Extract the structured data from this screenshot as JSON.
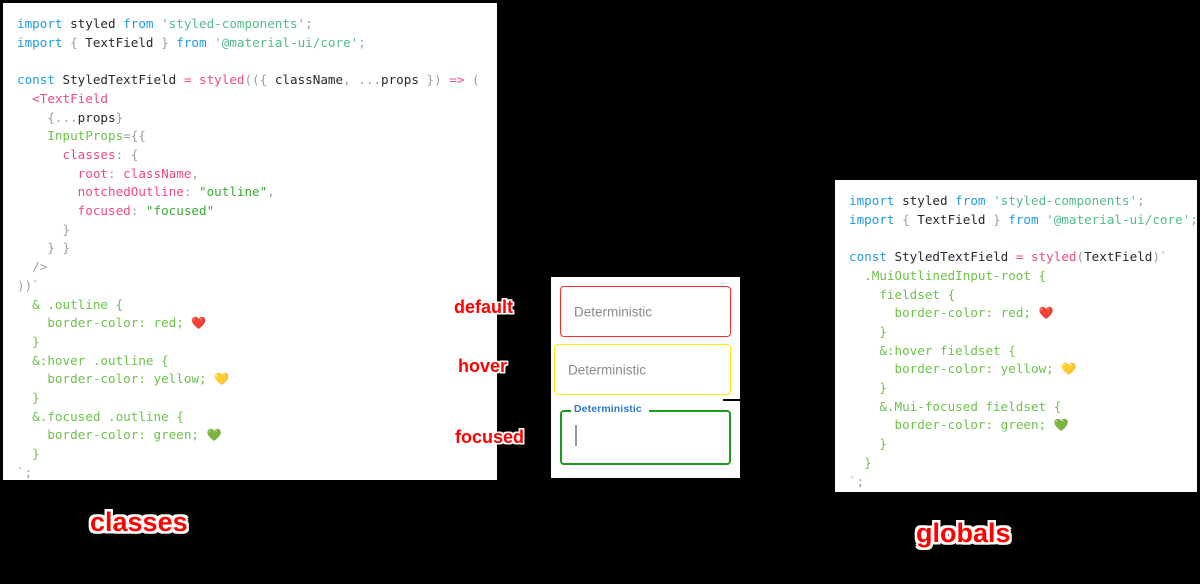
{
  "left_panel": {
    "title_label": "classes",
    "lines": [
      [
        {
          "t": "import ",
          "c": "t-kw"
        },
        {
          "t": "styled ",
          "c": "t-plain"
        },
        {
          "t": "from ",
          "c": "t-kw"
        },
        {
          "t": "'styled-components'",
          "c": "t-str"
        },
        {
          "t": ";",
          "c": "t-punc"
        }
      ],
      [
        {
          "t": "import ",
          "c": "t-kw"
        },
        {
          "t": "{ ",
          "c": "t-punc"
        },
        {
          "t": "TextField",
          "c": "t-plain"
        },
        {
          "t": " } ",
          "c": "t-punc"
        },
        {
          "t": "from ",
          "c": "t-kw"
        },
        {
          "t": "'@material-ui/core'",
          "c": "t-str"
        },
        {
          "t": ";",
          "c": "t-punc"
        }
      ],
      [],
      [
        {
          "t": "const ",
          "c": "t-kw"
        },
        {
          "t": "StyledTextField ",
          "c": "t-plain"
        },
        {
          "t": "= ",
          "c": "t-op"
        },
        {
          "t": "styled",
          "c": "t-fn"
        },
        {
          "t": "((",
          "c": "t-punc"
        },
        {
          "t": "{ ",
          "c": "t-punc"
        },
        {
          "t": "className",
          "c": "t-plain"
        },
        {
          "t": ", ",
          "c": "t-punc"
        },
        {
          "t": "...",
          "c": "t-punc"
        },
        {
          "t": "props",
          "c": "t-plain"
        },
        {
          "t": " }",
          "c": "t-punc"
        },
        {
          "t": ") ",
          "c": "t-punc"
        },
        {
          "t": "=> ",
          "c": "t-op"
        },
        {
          "t": "(",
          "c": "t-punc"
        }
      ],
      [
        {
          "t": "  <",
          "c": "t-tag"
        },
        {
          "t": "TextField",
          "c": "t-tag"
        }
      ],
      [
        {
          "t": "    {",
          "c": "t-punc"
        },
        {
          "t": "...",
          "c": "t-punc"
        },
        {
          "t": "props",
          "c": "t-plain"
        },
        {
          "t": "}",
          "c": "t-punc"
        }
      ],
      [
        {
          "t": "    InputProps",
          "c": "t-attr"
        },
        {
          "t": "={{",
          "c": "t-punc"
        }
      ],
      [
        {
          "t": "      classes",
          "c": "t-prop"
        },
        {
          "t": ": {",
          "c": "t-punc"
        }
      ],
      [
        {
          "t": "        root",
          "c": "t-prop"
        },
        {
          "t": ": ",
          "c": "t-punc"
        },
        {
          "t": "className",
          "c": "t-prop"
        },
        {
          "t": ",",
          "c": "t-punc"
        }
      ],
      [
        {
          "t": "        notchedOutline",
          "c": "t-prop"
        },
        {
          "t": ": ",
          "c": "t-punc"
        },
        {
          "t": "\"outline\"",
          "c": "t-strg"
        },
        {
          "t": ",",
          "c": "t-punc"
        }
      ],
      [
        {
          "t": "        focused",
          "c": "t-prop"
        },
        {
          "t": ": ",
          "c": "t-punc"
        },
        {
          "t": "\"focused\"",
          "c": "t-strg"
        }
      ],
      [
        {
          "t": "      }",
          "c": "t-punc"
        }
      ],
      [
        {
          "t": "    } }",
          "c": "t-punc"
        }
      ],
      [
        {
          "t": "  />",
          "c": "t-punc"
        }
      ],
      [
        {
          "t": "))`",
          "c": "t-punc"
        }
      ],
      [
        {
          "t": "  & .outline {",
          "c": "t-green"
        }
      ],
      [
        {
          "t": "    border-color",
          "c": "t-green"
        },
        {
          "t": ": ",
          "c": "t-green"
        },
        {
          "t": "red",
          "c": "t-green"
        },
        {
          "t": "; ",
          "c": "t-green"
        },
        {
          "t": "❤️",
          "c": "t-emoji"
        }
      ],
      [
        {
          "t": "  }",
          "c": "t-green"
        }
      ],
      [
        {
          "t": "  &:hover .outline {",
          "c": "t-green"
        }
      ],
      [
        {
          "t": "    border-color",
          "c": "t-green"
        },
        {
          "t": ": ",
          "c": "t-green"
        },
        {
          "t": "yellow",
          "c": "t-green"
        },
        {
          "t": "; ",
          "c": "t-green"
        },
        {
          "t": "💛",
          "c": "t-emoji"
        }
      ],
      [
        {
          "t": "  }",
          "c": "t-green"
        }
      ],
      [
        {
          "t": "  &.focused .outline {",
          "c": "t-green"
        }
      ],
      [
        {
          "t": "    border-color",
          "c": "t-green"
        },
        {
          "t": ": ",
          "c": "t-green"
        },
        {
          "t": "green",
          "c": "t-green"
        },
        {
          "t": "; ",
          "c": "t-green"
        },
        {
          "t": "💚",
          "c": "t-emoji"
        }
      ],
      [
        {
          "t": "  }",
          "c": "t-green"
        }
      ],
      [
        {
          "t": "`;",
          "c": "t-punc"
        }
      ]
    ]
  },
  "right_panel": {
    "title_label": "globals",
    "lines": [
      [
        {
          "t": "import ",
          "c": "t-kw"
        },
        {
          "t": "styled ",
          "c": "t-plain"
        },
        {
          "t": "from ",
          "c": "t-kw"
        },
        {
          "t": "'styled-components'",
          "c": "t-str"
        },
        {
          "t": ";",
          "c": "t-punc"
        }
      ],
      [
        {
          "t": "import ",
          "c": "t-kw"
        },
        {
          "t": "{ ",
          "c": "t-punc"
        },
        {
          "t": "TextField",
          "c": "t-plain"
        },
        {
          "t": " } ",
          "c": "t-punc"
        },
        {
          "t": "from ",
          "c": "t-kw"
        },
        {
          "t": "'@material-ui/core'",
          "c": "t-str"
        },
        {
          "t": ";",
          "c": "t-punc"
        }
      ],
      [],
      [
        {
          "t": "const ",
          "c": "t-kw"
        },
        {
          "t": "StyledTextField ",
          "c": "t-plain"
        },
        {
          "t": "= ",
          "c": "t-op"
        },
        {
          "t": "styled",
          "c": "t-fn"
        },
        {
          "t": "(",
          "c": "t-punc"
        },
        {
          "t": "TextField",
          "c": "t-plain"
        },
        {
          "t": ")`",
          "c": "t-punc"
        }
      ],
      [
        {
          "t": "  .MuiOutlinedInput-root {",
          "c": "t-green"
        }
      ],
      [
        {
          "t": "    fieldset {",
          "c": "t-green"
        }
      ],
      [
        {
          "t": "      border-color",
          "c": "t-green"
        },
        {
          "t": ": ",
          "c": "t-green"
        },
        {
          "t": "red",
          "c": "t-green"
        },
        {
          "t": "; ",
          "c": "t-green"
        },
        {
          "t": "❤️",
          "c": "t-emoji"
        }
      ],
      [
        {
          "t": "    }",
          "c": "t-green"
        }
      ],
      [
        {
          "t": "    &:hover fieldset {",
          "c": "t-green"
        }
      ],
      [
        {
          "t": "      border-color",
          "c": "t-green"
        },
        {
          "t": ": ",
          "c": "t-green"
        },
        {
          "t": "yellow",
          "c": "t-green"
        },
        {
          "t": "; ",
          "c": "t-green"
        },
        {
          "t": "💛",
          "c": "t-emoji"
        }
      ],
      [
        {
          "t": "    }",
          "c": "t-green"
        }
      ],
      [
        {
          "t": "    &.Mui-focused fieldset {",
          "c": "t-green"
        }
      ],
      [
        {
          "t": "      border-color",
          "c": "t-green"
        },
        {
          "t": ": ",
          "c": "t-green"
        },
        {
          "t": "green",
          "c": "t-green"
        },
        {
          "t": "; ",
          "c": "t-green"
        },
        {
          "t": "💚",
          "c": "t-emoji"
        }
      ],
      [
        {
          "t": "    }",
          "c": "t-green"
        }
      ],
      [
        {
          "t": "  }",
          "c": "t-green"
        }
      ],
      [
        {
          "t": "`;",
          "c": "t-punc"
        }
      ]
    ]
  },
  "demo": {
    "default_field": {
      "state_label": "default",
      "text": "Deterministic",
      "border_color": "#ff2b2b"
    },
    "hover_field": {
      "state_label": "hover",
      "text": "Deterministic",
      "border_color": "#ffee00"
    },
    "focused_field": {
      "state_label": "focused",
      "floating_label": "Deterministic",
      "value": "",
      "border_color": "#1a9c1a",
      "label_color": "#3178c6"
    }
  }
}
